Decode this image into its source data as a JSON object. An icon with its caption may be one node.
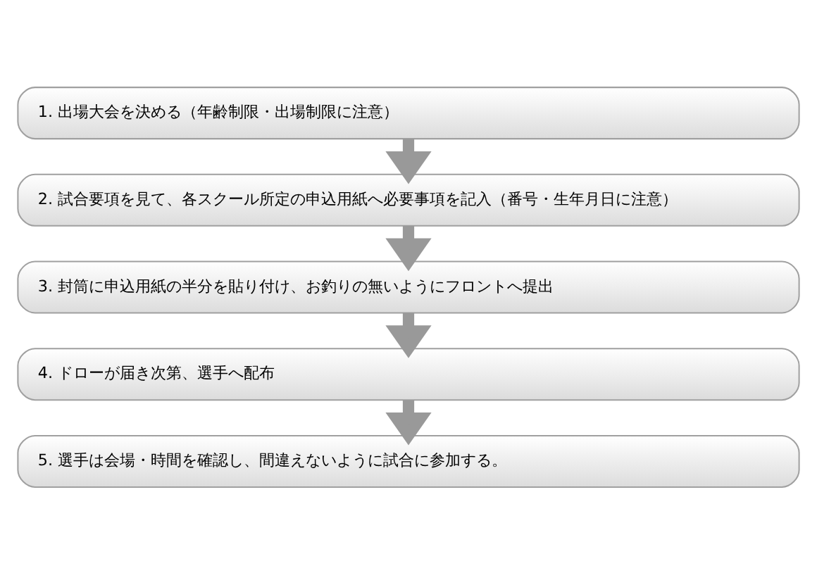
{
  "diagram": {
    "nodes": [
      {
        "text": [
          "1. 出場大会を決める（年齢制限・出場制限に注意）"
        ]
      },
      {
        "text": [
          "2. 試合要項を見て、各スクール所定の申込用紙へ必要事項を記入（番号・生年月日に注意）"
        ]
      },
      {
        "text": [
          "3. 封筒に申込用紙の半分を貼り付け、お釣りの無いようにフロントへ提出"
        ]
      },
      {
        "text": [
          "4. ドローが届き次第、選手へ配布"
        ]
      },
      {
        "text": [
          "5. 選手は会場・時間を確認し、間違えないように試合に参加する。"
        ]
      }
    ],
    "edges": [
      {
        "from": 0,
        "to": 1,
        "arrow": "to"
      },
      {
        "from": 1,
        "to": 2,
        "arrow": "to"
      },
      {
        "from": 2,
        "to": 3,
        "arrow": "to"
      },
      {
        "from": 3,
        "to": 4,
        "arrow": "to"
      }
    ]
  }
}
